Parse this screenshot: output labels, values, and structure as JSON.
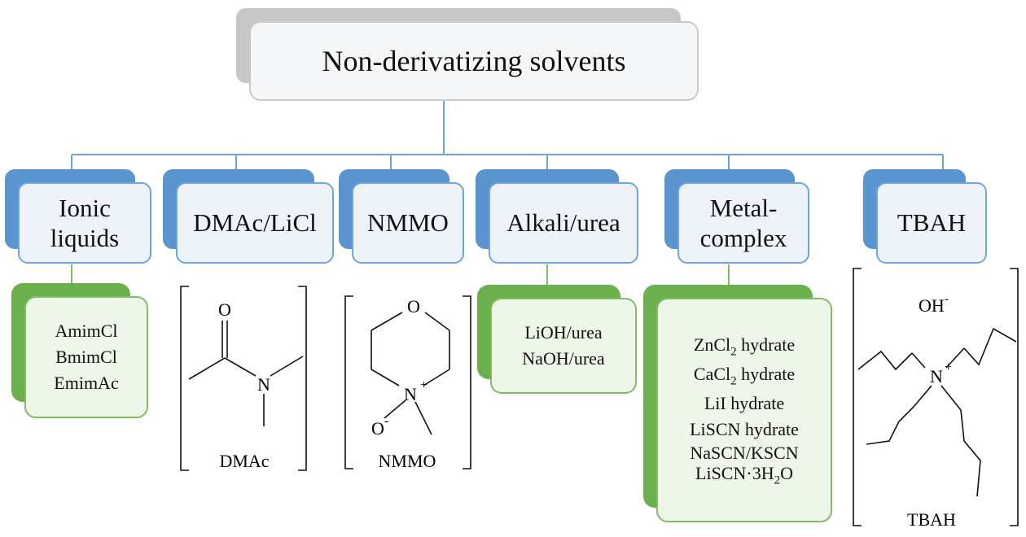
{
  "root": {
    "label": "Non-derivatizing solvents"
  },
  "categories": [
    {
      "id": "ionic",
      "label_line1": "Ionic",
      "label_line2": "liquids"
    },
    {
      "id": "dmac",
      "label": "DMAc/LiCl"
    },
    {
      "id": "nmmo",
      "label": "NMMO"
    },
    {
      "id": "alkali",
      "label": "Alkali/urea"
    },
    {
      "id": "metal",
      "label_line1": "Metal-",
      "label_line2": "complex"
    },
    {
      "id": "tbah",
      "label": "TBAH"
    }
  ],
  "ionic_examples": [
    "AmimCl",
    "BmimCl",
    "EmimAc"
  ],
  "alkali_examples": [
    "LiOH/urea",
    "NaOH/urea"
  ],
  "metal_examples": {
    "zncl2": {
      "pre": "ZnCl",
      "sub": "2",
      "post": " hydrate"
    },
    "cacl2": {
      "pre": "CaCl",
      "sub": "2",
      "post": " hydrate"
    },
    "lii": "LiI hydrate",
    "liscn": "LiSCN hydrate",
    "nascn": "NaSCN/KSCN",
    "liscn3": {
      "pre": "LiSCN·3H",
      "sub": "2",
      "post": "O"
    }
  },
  "structures": {
    "dmac": {
      "caption": "DMAc",
      "atom_o": "O",
      "atom_n": "N"
    },
    "nmmo": {
      "caption": "NMMO",
      "atom_o": "O",
      "atom_n": "N",
      "n_charge": "+",
      "o_minus": "O",
      "o_charge": "-"
    },
    "tbah": {
      "caption": "TBAH",
      "anion": "OH",
      "anion_charge": "-",
      "atom_n": "N",
      "n_charge": "+"
    }
  },
  "colors": {
    "connector": "#6ea6db",
    "blue_shadow": "#5b95cf",
    "green_shadow": "#6ab04c",
    "gray_shadow": "#c7c7c7"
  }
}
